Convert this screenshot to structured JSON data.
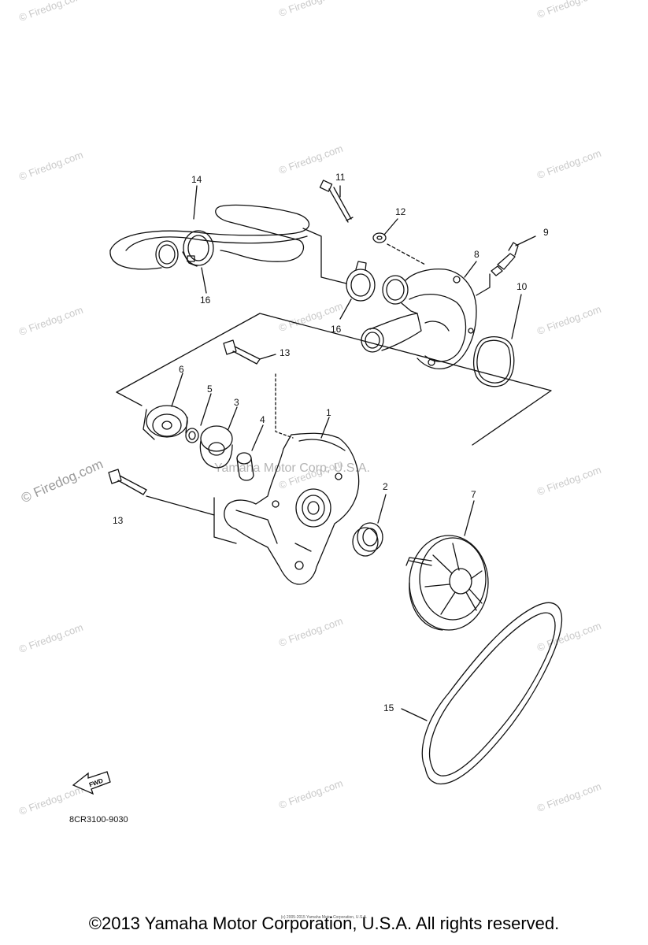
{
  "watermark": "© Firedog.com",
  "watermark_center": "Yamaha Motor Corp, U.S.A.",
  "part_labels": [
    "1",
    "2",
    "3",
    "4",
    "5",
    "6",
    "7",
    "8",
    "9",
    "10",
    "11",
    "12",
    "13",
    "13",
    "14",
    "15",
    "16",
    "16"
  ],
  "diagram_code": "8CR3100-9030",
  "fwd_label": "FWD",
  "footer": "©2013 Yamaha Motor Corporation, U.S.A. All rights reserved.",
  "tiny_copyright": "(c) 2005-2015 Yamaha Motor Corporation, U.S.A."
}
